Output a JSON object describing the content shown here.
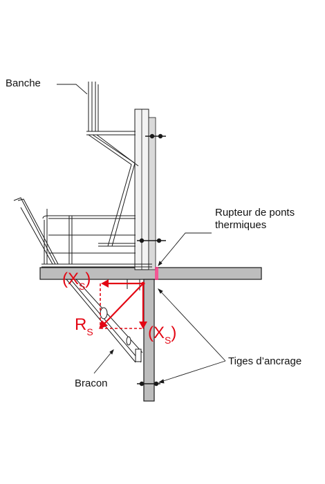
{
  "labels": {
    "banche": "Banche",
    "rupteur_line1": "Rupteur de ponts",
    "rupteur_line2": "thermiques",
    "tiges": "Tiges d’ancrage",
    "bracon": "Bracon"
  },
  "forces": {
    "x_main": "X",
    "x_sub": "S",
    "r_main": "R",
    "r_sub": "S"
  },
  "colors": {
    "line": "#1a1a1a",
    "concrete": "#bdbdbd",
    "force": "#e30613",
    "rupteur": "#ff3d8a"
  }
}
